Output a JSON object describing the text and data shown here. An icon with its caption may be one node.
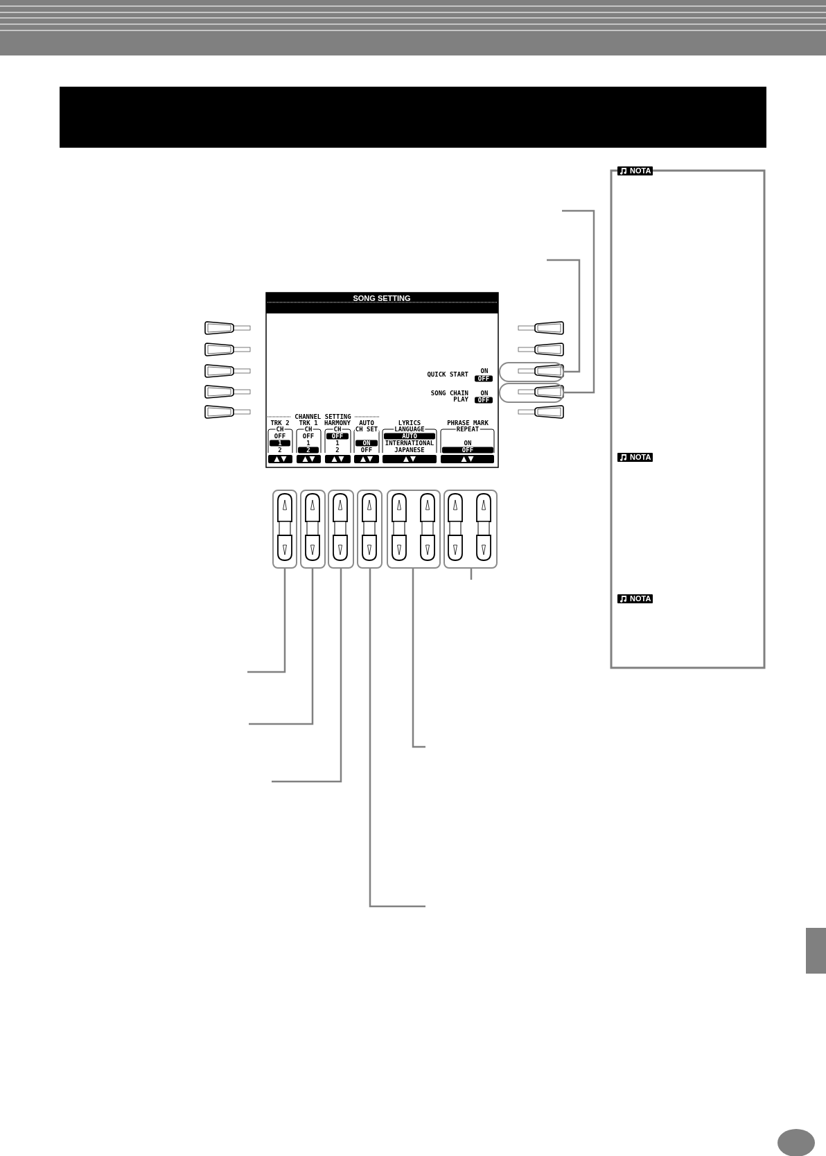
{
  "diagram": {
    "nodes": [
      {
        "text": [],
        "shape": "box"
      },
      {
        "text": [],
        "shape": "box"
      },
      {
        "text": [],
        "shape": "box"
      },
      {
        "text": [],
        "shape": "box"
      },
      {
        "text": [],
        "shape": "box"
      },
      {
        "text": [],
        "shape": "box"
      },
      {
        "text": [],
        "shape": "box"
      },
      {
        "text": [],
        "shape": "box"
      },
      {
        "text": [],
        "shape": "bar"
      }
    ],
    "edges": [
      {
        "from": 0,
        "to": null,
        "arrow": "none"
      },
      {
        "from": 1,
        "to": null,
        "arrow": "none"
      },
      {
        "from": 2,
        "to": null,
        "arrow": "none"
      },
      {
        "from": 3,
        "to": null,
        "arrow": "none"
      },
      {
        "from": 4,
        "to": null,
        "arrow": "none"
      },
      {
        "from": 5,
        "to": null,
        "arrow": "none"
      },
      {
        "from": 6,
        "to": null,
        "arrow": "none"
      },
      {
        "from": 7,
        "to": null,
        "arrow": "none"
      }
    ],
    "labels": [
      "SONG SETTING",
      "QUICK START",
      "ON",
      "OFF",
      "SONG CHAIN PLAY",
      "ON",
      "OFF",
      "CHANNEL SETTING",
      "TRK 2",
      "CH",
      "OFF",
      "1",
      "2",
      "TRK 1",
      "CH",
      "OFF",
      "1",
      "2",
      "HARMONY",
      "CH",
      "OFF",
      "1",
      "2",
      "AUTO",
      "CH SET",
      "ON",
      "OFF",
      "LYRICS",
      "LANGUAGE",
      "AUTO",
      "INTERNATIONAL",
      "JAPANESE",
      "PHRASE MARK",
      "REPEAT",
      "ON",
      "OFF",
      "NOTA",
      "NOTA",
      "NOTA"
    ]
  }
}
